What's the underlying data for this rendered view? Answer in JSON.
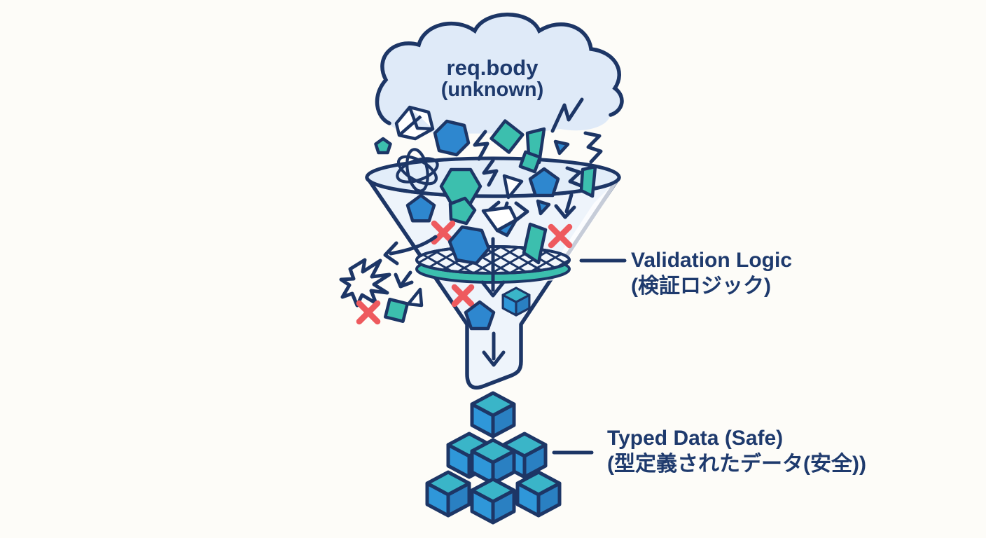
{
  "cloud": {
    "title": "req.body",
    "subtitle": "(unknown)"
  },
  "labels": {
    "validation": {
      "title": "Validation Logic",
      "subtitle": "(検証ロジック)"
    },
    "typed": {
      "title": "Typed Data (Safe)",
      "subtitle": "(型定義されたデータ(安全))"
    }
  },
  "colors": {
    "background": "#fdfcf8",
    "outline_navy": "#1d3666",
    "text_navy": "#1e3a6d",
    "cloud_fill": "#dfeaf8",
    "funnel_fill": "#eef4fb",
    "funnel_inner_fill": "#e2edf9",
    "mesh_fill": "#f2f7fc",
    "blue_shape": "#2e87cf",
    "teal_shape": "#3cbfae",
    "cube_top": "#3ab5c8",
    "cube_left": "#2f97d9",
    "cube_right": "#2a80c2",
    "reject_red": "#ee5a5e"
  }
}
